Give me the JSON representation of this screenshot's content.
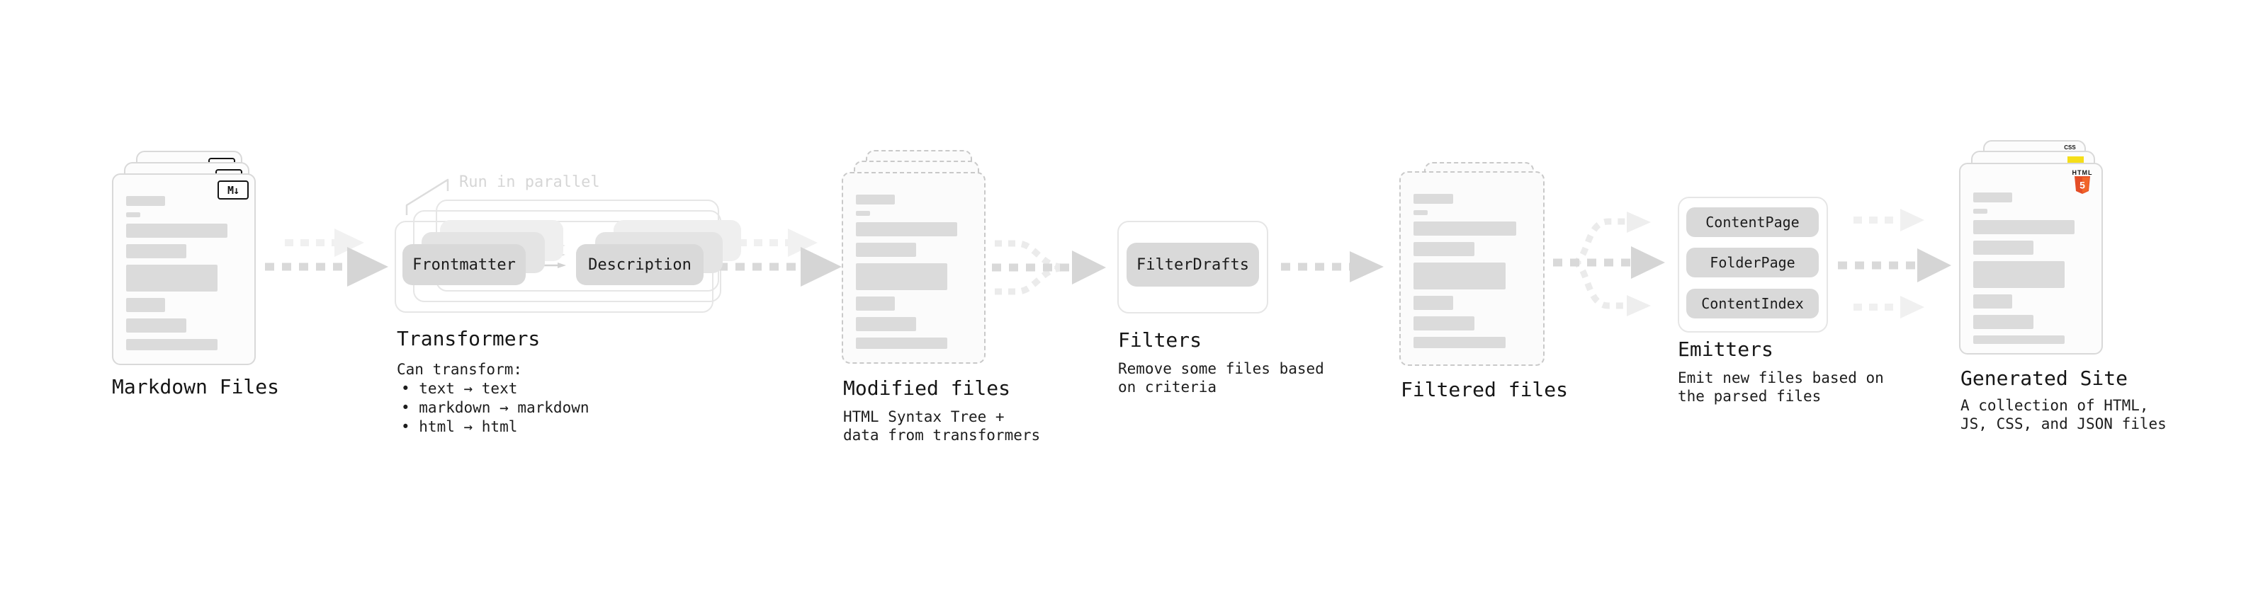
{
  "page": {
    "background": "#ffffff"
  },
  "diagram": {
    "stage_markdown": {
      "title": "Markdown Files",
      "badge": "M↓"
    },
    "stage_transformers": {
      "title": "Transformers",
      "annotation": "Run in parallel",
      "node_frontmatter": "Frontmatter",
      "node_description": "Description",
      "desc_heading": "Can transform:",
      "bullets": [
        "• text → text",
        "• markdown → markdown",
        "• html → html"
      ]
    },
    "stage_modified": {
      "title": "Modified files",
      "desc": "HTML Syntax Tree +\ndata from transformers"
    },
    "stage_filters": {
      "title": "Filters",
      "node_filterdrafts": "FilterDrafts",
      "desc": "Remove some files based\non criteria"
    },
    "stage_filtered": {
      "title": "Filtered files"
    },
    "stage_emitters": {
      "title": "Emitters",
      "nodes": [
        "ContentPage",
        "FolderPage",
        "ContentIndex"
      ],
      "desc": "Emit new files based on\nthe parsed files"
    },
    "stage_generated": {
      "title": "Generated Site",
      "desc": "A collection of HTML,\nJS, CSS, and JSON files",
      "css_badge": "CSS",
      "html_badge_word": "HTML",
      "html_badge_number": "5"
    },
    "colors": {
      "html5_orange": "#e44d26",
      "js_yellow": "#f5de19",
      "css_blue": "#2962ff",
      "node_fill": "#d9d9d9",
      "muted_text": "#d6d6d6"
    }
  }
}
